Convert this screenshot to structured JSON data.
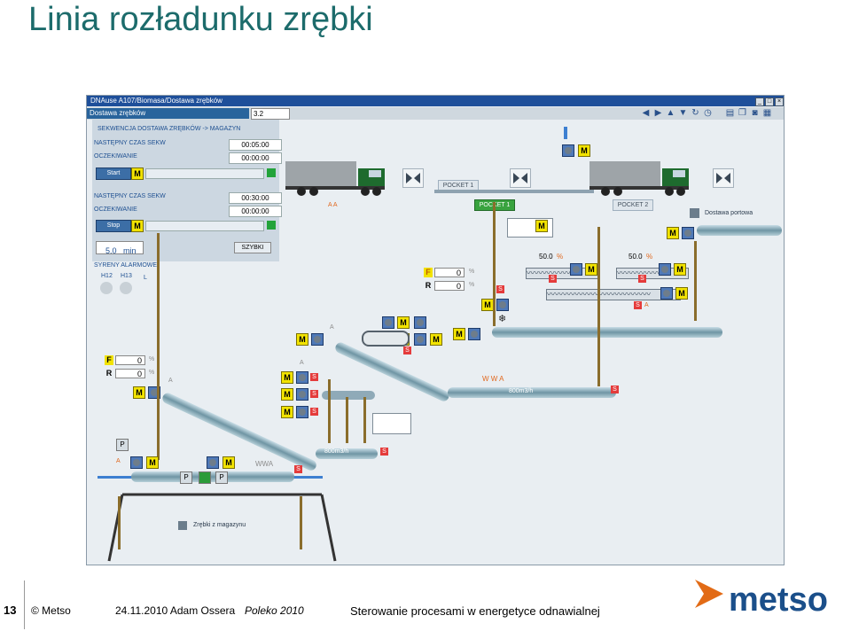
{
  "slide": {
    "title": "Linia rozładunku zrębki",
    "page_number": "13",
    "copyright": "© Metso",
    "date_author": "24.11.2010 Adam Ossera",
    "event": "Poleko 2010",
    "subject": "Sterowanie procesami w energetyce odnawialnej",
    "logo": "metso"
  },
  "window": {
    "title": "DNAuse A107/Biomasa/Dostawa zrębków",
    "display_name": "Dostawa zrębków",
    "code": "3.2"
  },
  "panel": {
    "header": "SEKWENCJA DOSTAWA ZRĘBKÓW -> MAGAZYN",
    "next_time_label_1": "NASTĘPNY CZAS SEKW",
    "next_time_1": "00:05:00",
    "wait_label_1": "OCZEKIWANIE",
    "wait_1": "00:00:00",
    "start_label": "Start",
    "next_time_label_2": "NASTĘPNY CZAS SEKW",
    "next_time_2": "00:30:00",
    "wait_label_2": "OCZEKIWANIE",
    "wait_2": "00:00:00",
    "stop_label": "Stop",
    "min_value": "5.0",
    "min_unit": "min",
    "fast_label": "SZYBKI",
    "sirens_label": "SYRENY ALARMOWE",
    "h12": "H12",
    "h13": "H13",
    "l": "L"
  },
  "process": {
    "pocket1_top": "POCKET 1",
    "pocket1": "POCKET 1",
    "pocket2": "POCKET 2",
    "deliver_label": "Dostawa portowa",
    "f_label": "F",
    "r_label": "R",
    "f_value": "0",
    "r_value": "0",
    "pct": "%",
    "level1": "50.0",
    "level2": "50.0",
    "wwa1": "W W A",
    "flow1": "800m3/h",
    "flow2": "800m3/h",
    "wwa2": "WWA",
    "store_label": "Zrębki z magazynu",
    "m": "M",
    "s": "S",
    "a": "A",
    "aa": "A A",
    "p": "P"
  }
}
